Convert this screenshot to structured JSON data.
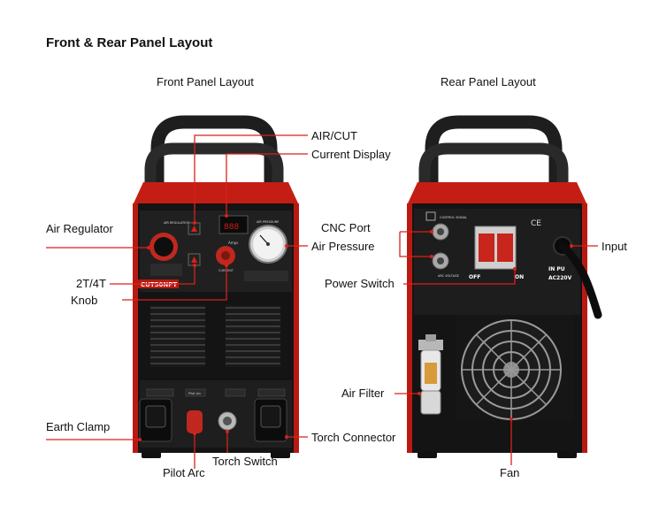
{
  "title": "Front & Rear Panel Layout",
  "front": {
    "heading": "Front Panel Layout",
    "brand": "CUT50NPT",
    "labels": {
      "air_cut": "AIR/CUT",
      "current_display": "Current Display",
      "air_regulator": "Air Regulator",
      "air_pressure": "Air Pressure",
      "two_t_four_t": "2T/4T",
      "knob": "Knob",
      "earth_clamp": "Earth Clamp",
      "torch_connector": "Torch Connector",
      "torch_switch": "Torch Switch",
      "pilot_arc": "Pilot Arc"
    },
    "panel_text": {
      "air_regulation": "AIR REGULATION",
      "air_pressure": "AIR PRESSURE",
      "amps": "Amps",
      "current": "CURRENT",
      "pilot_arc": "Pilot Arc"
    }
  },
  "rear": {
    "heading": "Rear Panel Layout",
    "labels": {
      "cnc_port": "CNC Port",
      "input": "Input",
      "power_switch": "Power Switch",
      "air_filter": "Air Filter",
      "fan": "Fan"
    },
    "panel_text": {
      "control_signal": "CONTROL SIGNAL",
      "arc_voltage": "ARC VOLTAGE",
      "off": "OFF",
      "on": "ON",
      "input_power": "IN PU",
      "voltage": "AC220V",
      "ce": "CE"
    }
  },
  "colors": {
    "leader": "#d8201b",
    "case_red": "#c41e14",
    "panel": "#1c1c1c"
  }
}
